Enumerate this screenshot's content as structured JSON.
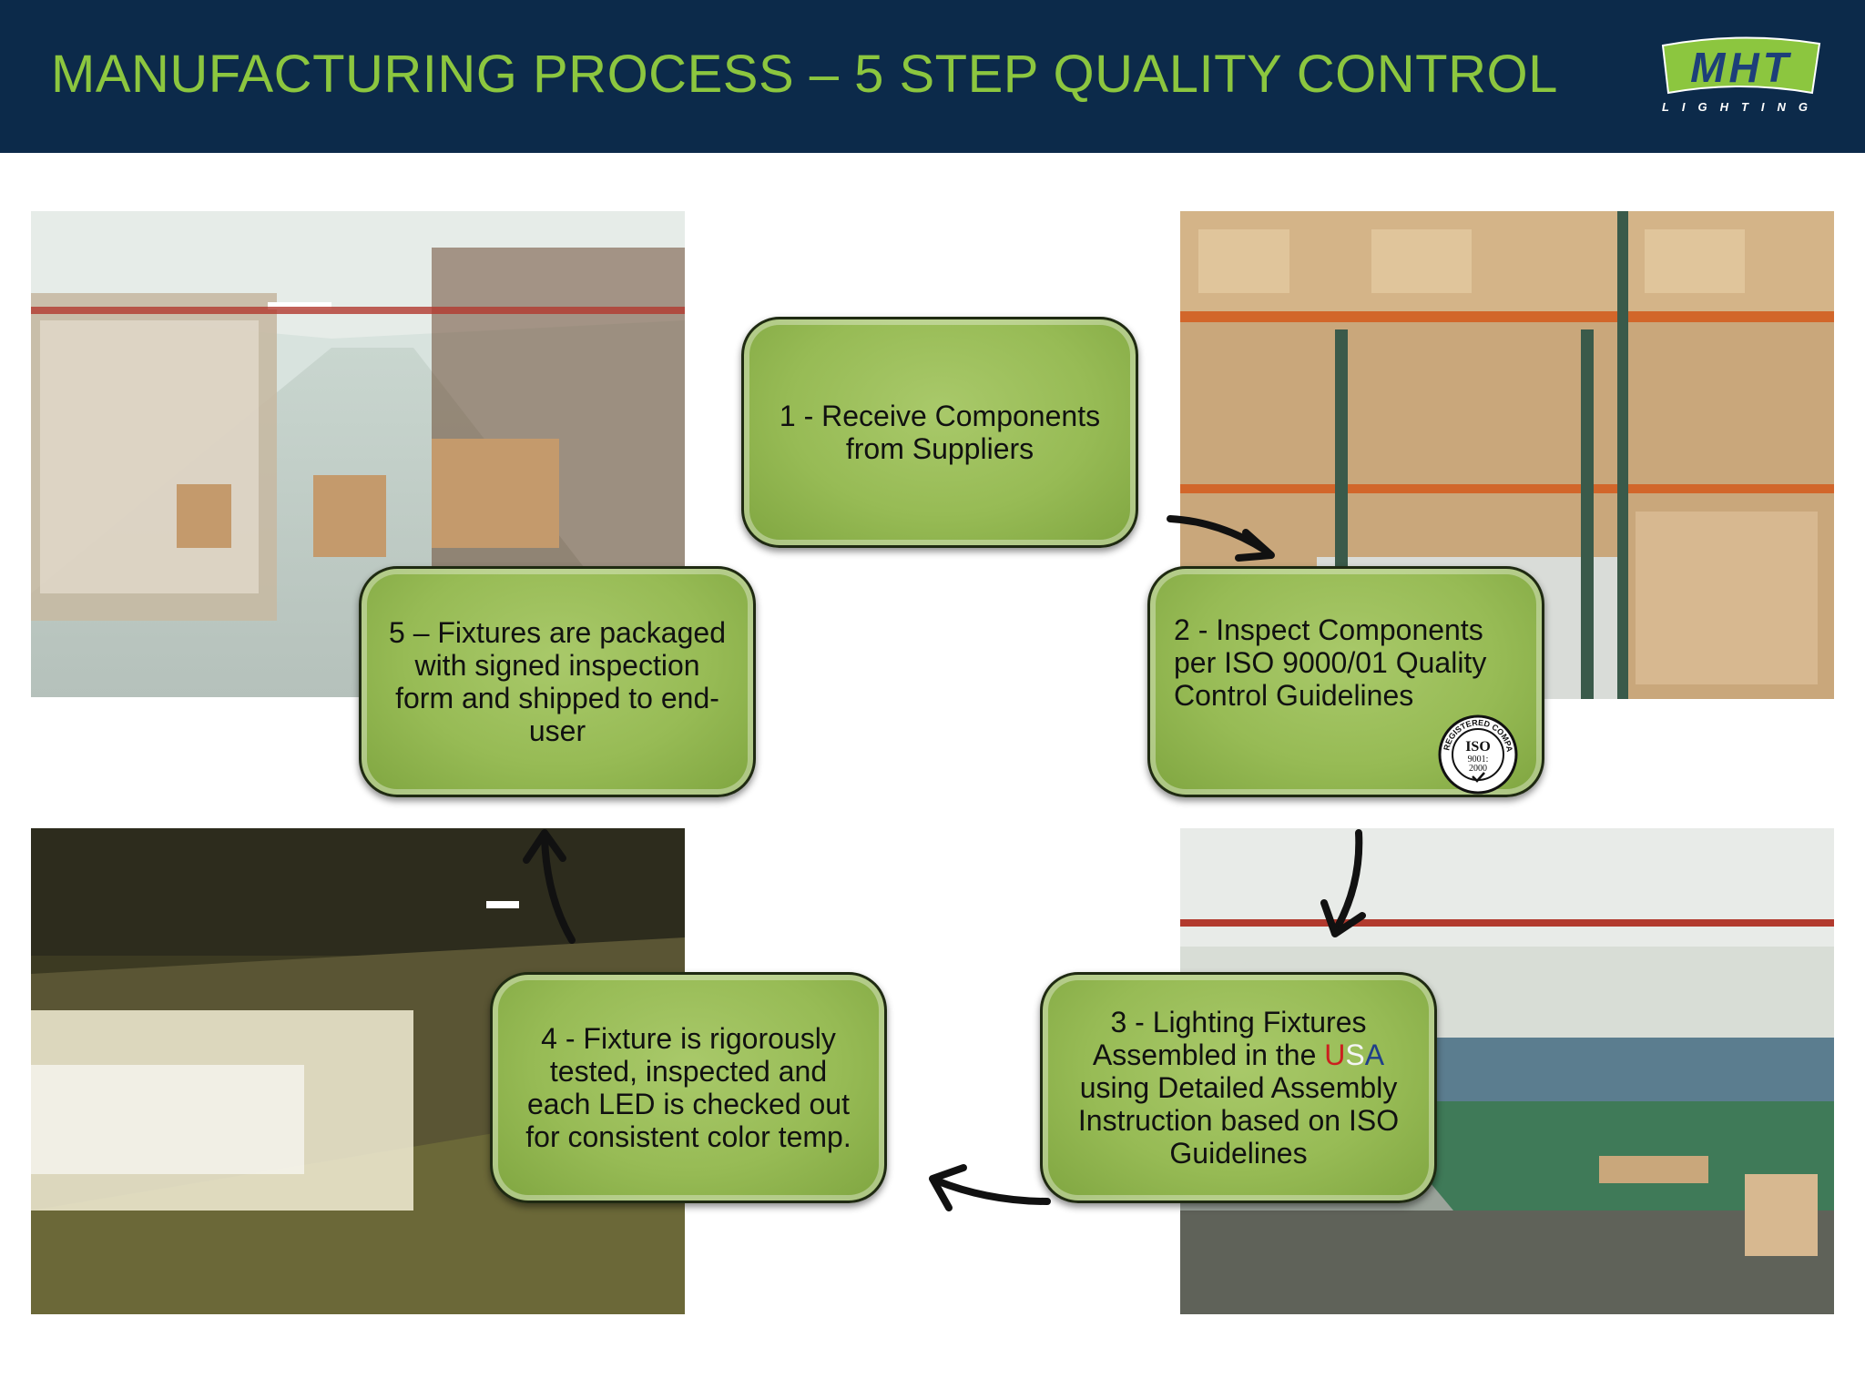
{
  "header": {
    "title": "MANUFACTURING PROCESS – 5 STEP QUALITY CONTROL",
    "logo_text": "MHT",
    "logo_subtext": "LIGHTING",
    "background_color": "#0c2a4a",
    "title_color": "#8cc63f"
  },
  "steps": {
    "step1": "1 - Receive Components from Suppliers",
    "step2": "2 - Inspect Components per ISO 9000/01 Quality Control Guidelines",
    "step3_line1": "3 - Lighting Fixtures",
    "step3_prefix": "Assembled in the ",
    "step3_u": "U",
    "step3_s": "S",
    "step3_a": "A",
    "step3_rest": "using Detailed Assembly Instruction based on ISO Guidelines",
    "step4": "4 - Fixture is rigorously tested, inspected and each LED is checked out for consistent color temp.",
    "step5": "5 – Fixtures are packaged with signed inspection form and shipped to end-user"
  },
  "iso_badge": {
    "ring_text": "REGISTERED COMPANY",
    "label": "ISO",
    "number": "9001:",
    "year": "2000"
  },
  "colors": {
    "step_green": "#97bb55",
    "accent_green": "#8cc63f",
    "usa_red": "#cc1f1f",
    "usa_blue": "#1f3f8a"
  },
  "photos": [
    "warehouse-aisle-boxes-photo",
    "warehouse-racks-boxes-photo",
    "led-fixture-test-racks-photo",
    "assembly-workshop-photo"
  ]
}
